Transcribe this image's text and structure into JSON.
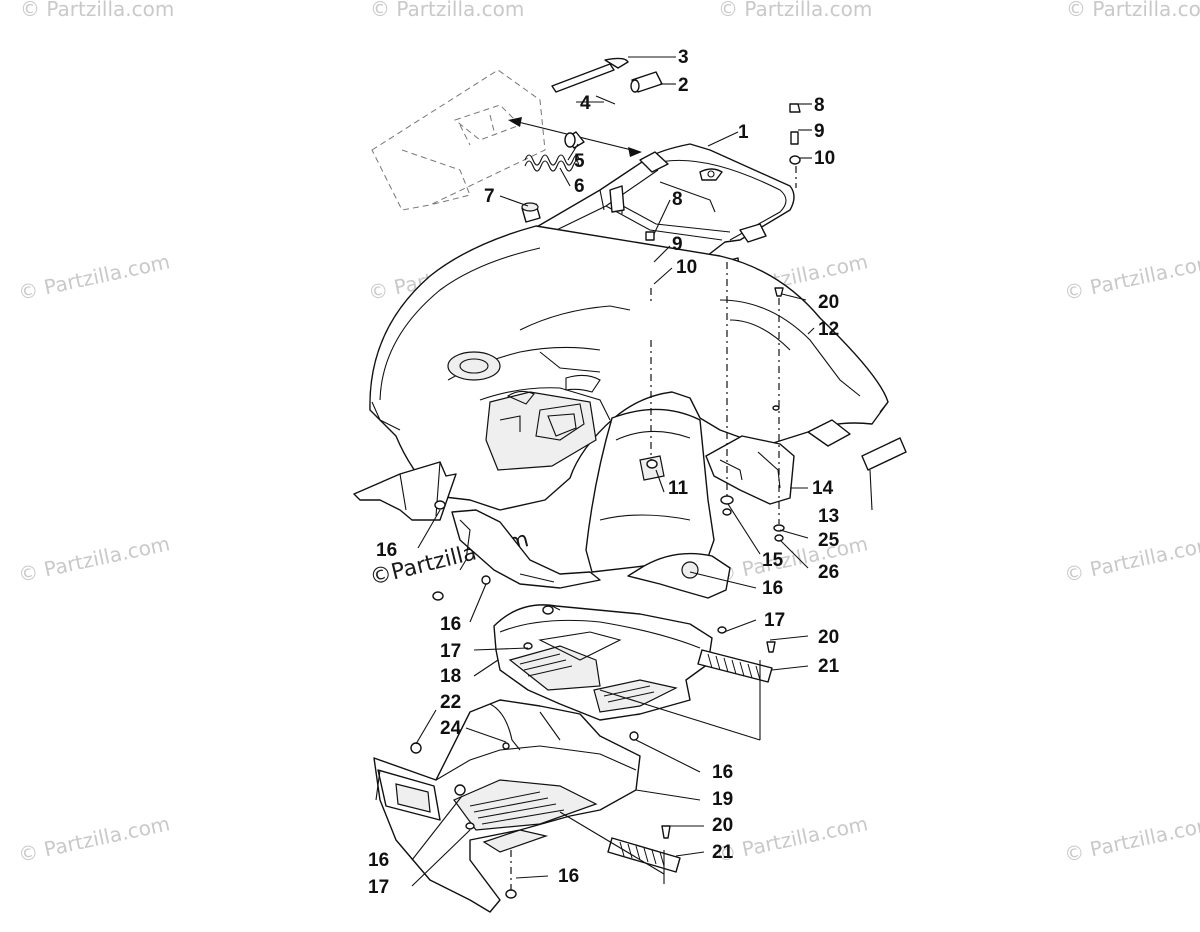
{
  "watermarks": [
    "© Partzilla.com",
    "© Partzilla.com",
    "© Partzilla.com",
    "© Partzilla.com",
    "© Partzilla.com",
    "© Partzilla.com",
    "© Partzilla.com",
    "© Partzilla.com",
    "© Partzilla.com",
    "© Partzilla.com",
    "© Partzilla.com",
    "© Partzilla.com",
    "© Partzilla.com",
    "© Partzilla.com",
    "© Partzilla.com",
    "© Partzilla.com",
    "© Partzilla.com",
    "© Partzilla.com"
  ],
  "center_watermark": "©Partzilla.com",
  "callouts": [
    "3",
    "2",
    "4",
    "1",
    "5",
    "6",
    "8",
    "9",
    "10",
    "7",
    "8",
    "9",
    "10",
    "20",
    "12",
    "11",
    "14",
    "13",
    "16",
    "15",
    "25",
    "26",
    "16",
    "16",
    "17",
    "20",
    "17",
    "18",
    "21",
    "22",
    "24",
    "16",
    "19",
    "20",
    "16",
    "21",
    "17",
    "16"
  ]
}
